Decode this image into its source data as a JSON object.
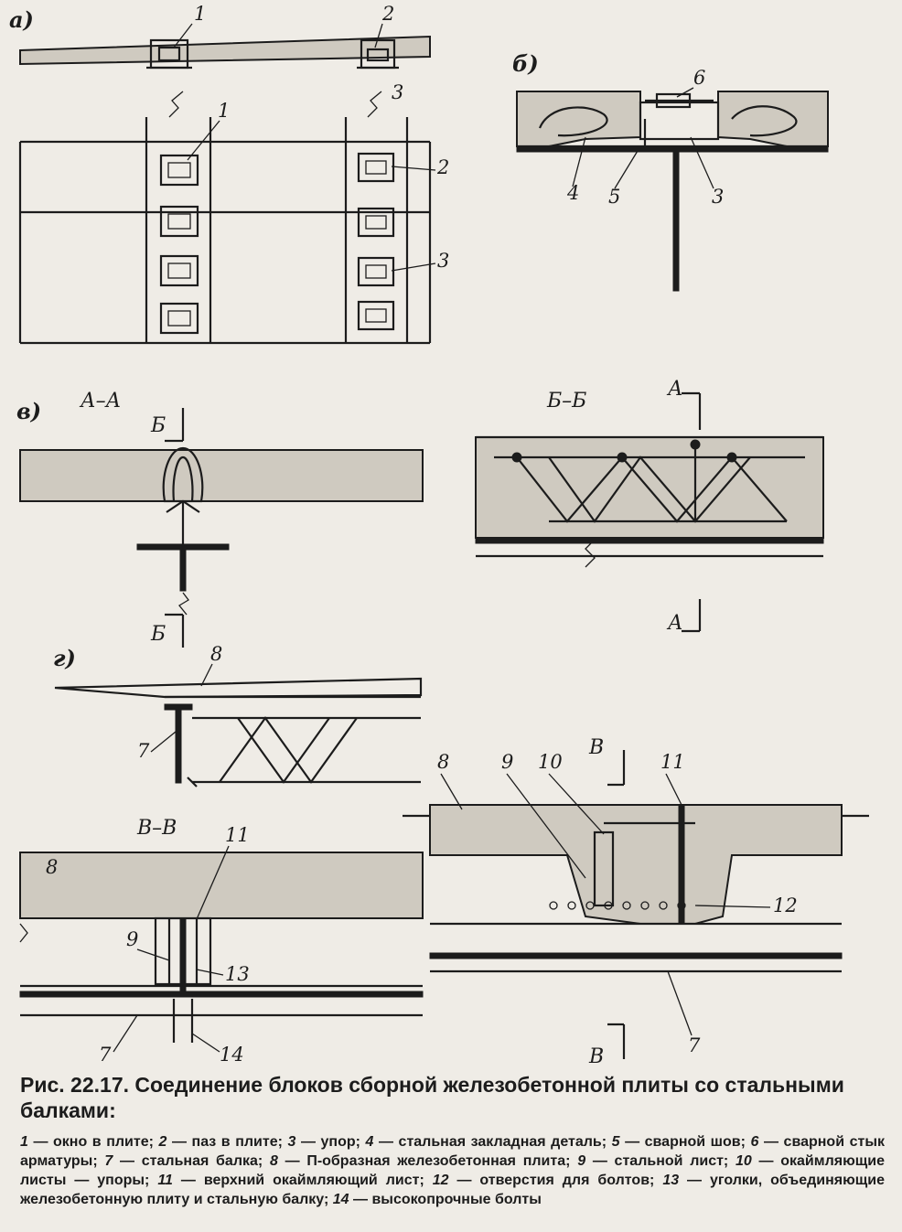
{
  "figure": {
    "caption_title": "Рис. 22.17. Соединение блоков сборной железобетонной плиты со стальными балками:",
    "legend": [
      {
        "n": "1",
        "text": "окно в плите;"
      },
      {
        "n": "2",
        "text": "паз в плите;"
      },
      {
        "n": "3",
        "text": "упор;"
      },
      {
        "n": "4",
        "text": "стальная закладная деталь;"
      },
      {
        "n": "5",
        "text": "сварной шов;"
      },
      {
        "n": "6",
        "text": "сварной стык арматуры;"
      },
      {
        "n": "7",
        "text": "стальная балка;"
      },
      {
        "n": "8",
        "text": "П-образная железобетонная плита;"
      },
      {
        "n": "9",
        "text": "стальной лист;"
      },
      {
        "n": "10",
        "text": "окаймляющие листы — упоры;"
      },
      {
        "n": "11",
        "text": "верхний окаймляющий лист;"
      },
      {
        "n": "12",
        "text": "отверстия для болтов;"
      },
      {
        "n": "13",
        "text": "уголки, объединяющие железобетонную плиту и стальную балку;"
      },
      {
        "n": "14",
        "text": "высокопрочные болты"
      }
    ],
    "panels": {
      "a": "а)",
      "b": "б)",
      "v": "в)",
      "g": "г)"
    },
    "sections": {
      "aa": "А–А",
      "bb": "Б–Б",
      "vv": "В–В"
    },
    "letters": {
      "A": "А",
      "B": "Б",
      "V": "В"
    },
    "numbers": [
      "1",
      "2",
      "3",
      "4",
      "5",
      "6",
      "7",
      "8",
      "9",
      "10",
      "11",
      "12",
      "13",
      "14"
    ]
  }
}
